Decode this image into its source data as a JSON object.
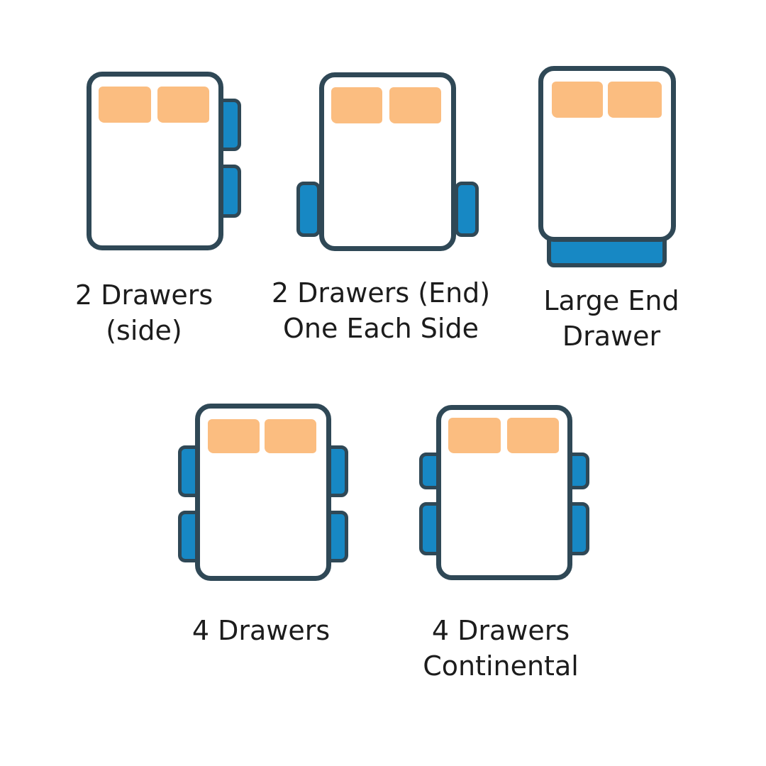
{
  "colors": {
    "outline": "#2f4856",
    "drawer": "#1788c4",
    "pillow": "#fbbd80",
    "bedfill": "#ffffff",
    "text": "#1c1c1c",
    "bg": "#ffffff"
  },
  "figures": [
    {
      "id": "2-drawers-side",
      "label_lines": [
        "2 Drawers",
        "(side)"
      ],
      "drawer_layout": "two-drawers-right-side"
    },
    {
      "id": "2-drawers-end-one-each-side",
      "label_lines": [
        "2 Drawers (End)",
        "One Each Side"
      ],
      "drawer_layout": "one-drawer-each-side-at-end"
    },
    {
      "id": "large-end-drawer",
      "label_lines": [
        "Large End",
        "Drawer"
      ],
      "drawer_layout": "single-large-drawer-foot-end"
    },
    {
      "id": "4-drawers",
      "label_lines": [
        "4 Drawers"
      ],
      "drawer_layout": "two-drawers-each-side"
    },
    {
      "id": "4-drawers-continental",
      "label_lines": [
        "4 Drawers",
        "Continental"
      ],
      "drawer_layout": "two-drawers-each-side-short-upper"
    }
  ]
}
